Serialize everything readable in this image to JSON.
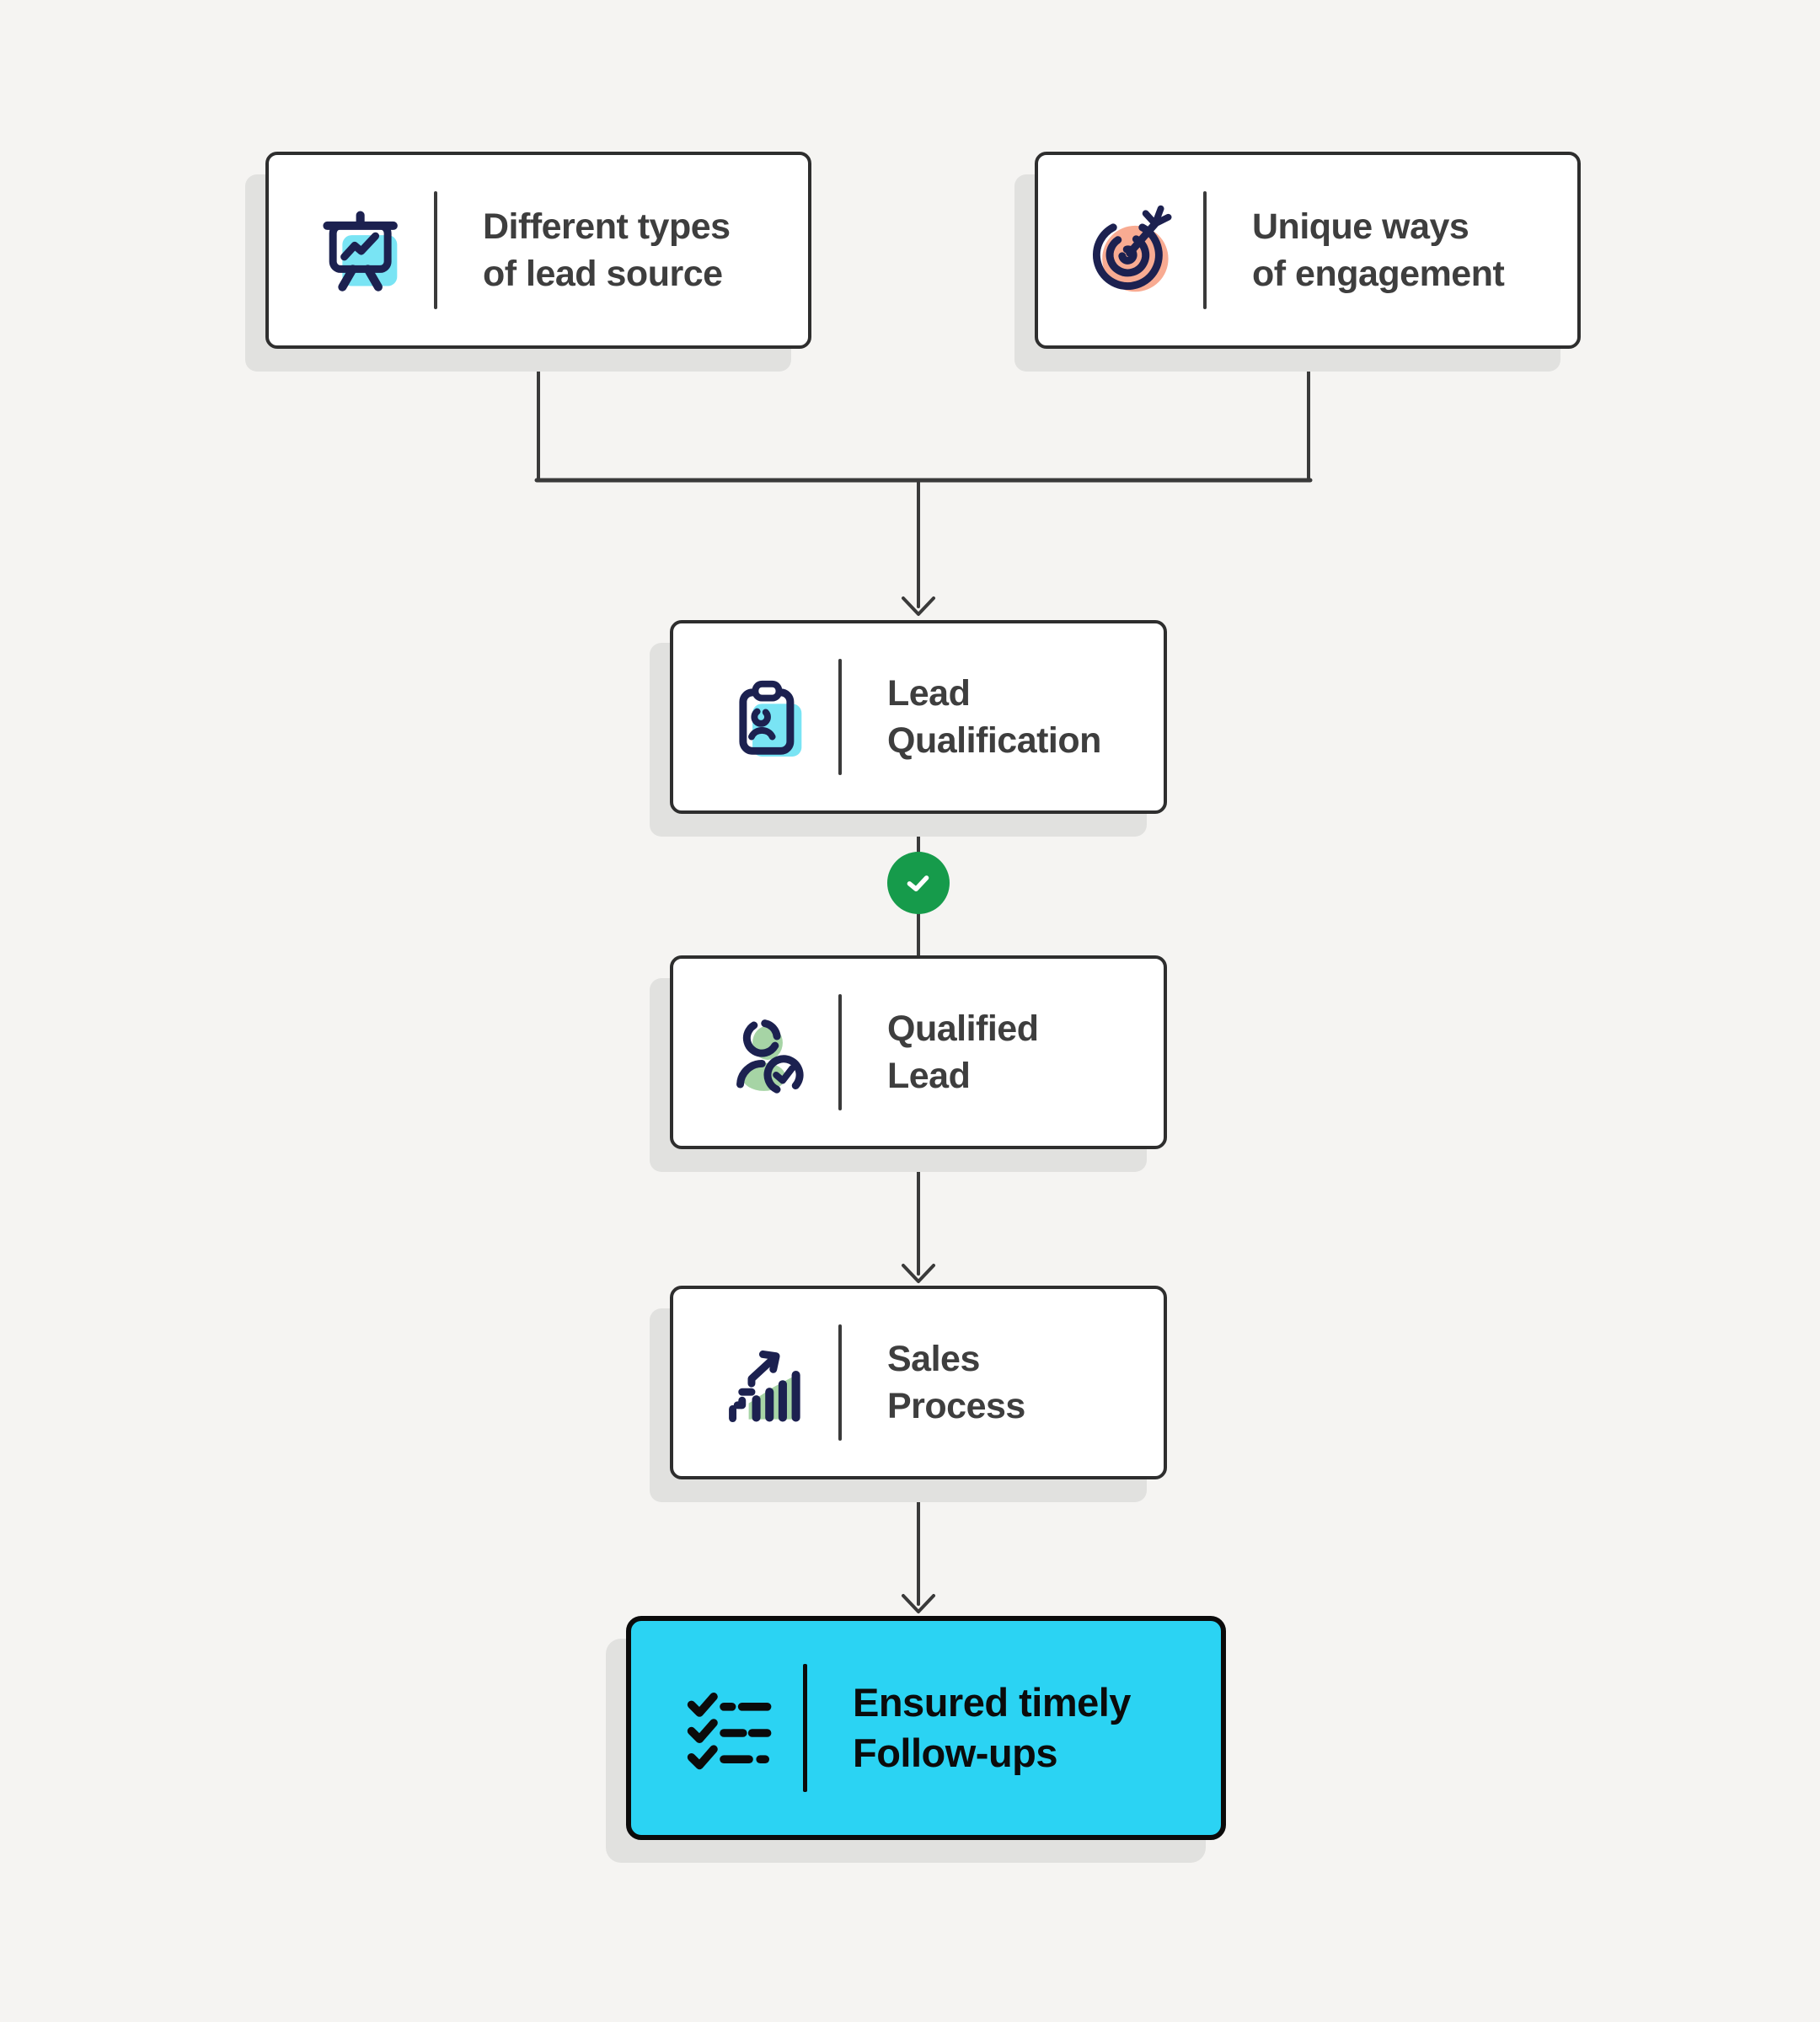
{
  "diagram": {
    "type": "flowchart",
    "nodes": {
      "lead_source": {
        "line1": "Different types",
        "line2": "of lead source",
        "icon": "presentation-chart-icon"
      },
      "engagement": {
        "line1": "Unique ways",
        "line2": "of engagement",
        "icon": "target-dart-icon"
      },
      "lead_qualification": {
        "line1": "Lead",
        "line2": "Qualification",
        "icon": "clipboard-person-icon"
      },
      "qualified_lead": {
        "line1": "Qualified",
        "line2": "Lead",
        "icon": "person-check-icon"
      },
      "sales_process": {
        "line1": "Sales",
        "line2": "Process",
        "icon": "growth-chart-icon"
      },
      "followups": {
        "line1": "Ensured timely",
        "line2": "Follow-ups",
        "icon": "checklist-icon"
      }
    },
    "edges": [
      {
        "from": "lead_source",
        "to": "lead_qualification"
      },
      {
        "from": "engagement",
        "to": "lead_qualification"
      },
      {
        "from": "lead_qualification",
        "to": "qualified_lead",
        "badge": "check-badge-icon"
      },
      {
        "from": "qualified_lead",
        "to": "sales_process"
      },
      {
        "from": "sales_process",
        "to": "followups"
      }
    ],
    "colors": {
      "background": "#f5f4f2",
      "box_bg": "#ffffff",
      "box_border": "#2e2e2e",
      "connector": "#3a3a3a",
      "text": "#3e3e3e",
      "text_black": "#0b0b0b",
      "shadow": "#e1e1df",
      "navy": "#1c2150",
      "icon_cyan": "#79e4f4",
      "salmon": "#f8ab92",
      "icon_green": "#a6d4a5",
      "check_green": "#169b4b",
      "highlight_cyan": "#2bd3f3"
    }
  }
}
